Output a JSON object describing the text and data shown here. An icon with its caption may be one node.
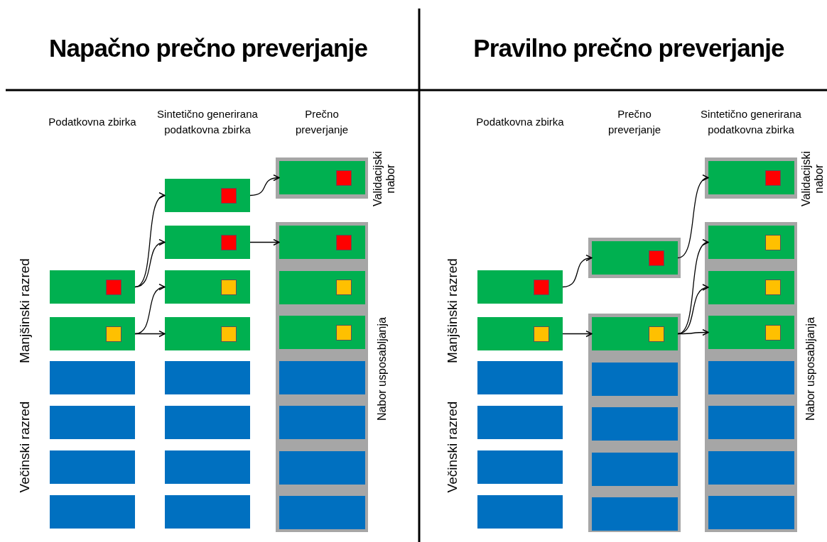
{
  "diagram": {
    "nodes": [
      {
        "text": [],
        "shape": "box"
      },
      {
        "text": [],
        "shape": "box"
      },
      {
        "text": [],
        "shape": "box"
      },
      {
        "text": [],
        "shape": "box"
      },
      {
        "text": [],
        "shape": "box"
      },
      {
        "text": [],
        "shape": "box"
      },
      {
        "text": [],
        "shape": "box"
      },
      {
        "text": [],
        "shape": "box"
      },
      {
        "text": [],
        "shape": "box"
      },
      {
        "text": [],
        "shape": "box"
      },
      {
        "text": [],
        "shape": "box"
      },
      {
        "text": [],
        "shape": "box"
      },
      {
        "text": [],
        "shape": "box"
      },
      {
        "text": [],
        "shape": "box"
      },
      {
        "text": [],
        "shape": "box",
        "beside": [
          "Validacijski nabor"
        ]
      },
      {
        "text": [],
        "shape": "box",
        "in": 14
      },
      {
        "text": [],
        "shape": "box",
        "beside": [
          "Nabor usposabljanja"
        ]
      },
      {
        "text": [],
        "shape": "box",
        "in": 16
      },
      {
        "text": [],
        "shape": "box",
        "in": 16
      },
      {
        "text": [],
        "shape": "box",
        "in": 16
      },
      {
        "text": [],
        "shape": "box",
        "in": 16
      },
      {
        "text": [],
        "shape": "box",
        "in": 16
      },
      {
        "text": [],
        "shape": "box",
        "in": 16
      },
      {
        "text": [],
        "shape": "box",
        "in": 16
      },
      {
        "text": [],
        "shape": "box"
      },
      {
        "text": [],
        "shape": "box"
      },
      {
        "text": [],
        "shape": "box"
      },
      {
        "text": [],
        "shape": "box"
      },
      {
        "text": [],
        "shape": "box"
      },
      {
        "text": [],
        "shape": "box"
      },
      {
        "text": [],
        "shape": "box"
      },
      {
        "text": [],
        "shape": "box",
        "in": 30
      },
      {
        "text": [],
        "shape": "box"
      },
      {
        "text": [],
        "shape": "box",
        "in": 32
      },
      {
        "text": [],
        "shape": "box",
        "in": 32
      },
      {
        "text": [],
        "shape": "box",
        "in": 32
      },
      {
        "text": [],
        "shape": "box",
        "in": 32
      },
      {
        "text": [],
        "shape": "box",
        "in": 32
      },
      {
        "text": [],
        "shape": "box",
        "beside": [
          "Validacijski nabor"
        ]
      },
      {
        "text": [],
        "shape": "box",
        "in": 38
      },
      {
        "text": [],
        "shape": "box",
        "beside": [
          "Nabor usposabljanja"
        ]
      },
      {
        "text": [],
        "shape": "box",
        "in": 40
      },
      {
        "text": [],
        "shape": "box",
        "in": 40
      },
      {
        "text": [],
        "shape": "box",
        "in": 40
      },
      {
        "text": [],
        "shape": "box",
        "in": 40
      },
      {
        "text": [],
        "shape": "box",
        "in": 40
      },
      {
        "text": [],
        "shape": "box",
        "in": 40
      },
      {
        "text": [],
        "shape": "box",
        "in": 40
      }
    ],
    "edges": [
      {
        "from": 0,
        "to": 6,
        "arrow": "to"
      },
      {
        "from": 0,
        "to": 7,
        "arrow": "to"
      },
      {
        "from": 1,
        "to": 8,
        "arrow": "to"
      },
      {
        "from": 1,
        "to": 9,
        "arrow": "to"
      },
      {
        "from": 6,
        "to": 15,
        "arrow": "to"
      },
      {
        "from": 7,
        "to": 17,
        "arrow": "to"
      },
      {
        "from": 24,
        "to": 31,
        "arrow": "to"
      },
      {
        "from": 25,
        "to": 33,
        "arrow": "to"
      },
      {
        "from": 31,
        "to": 39,
        "arrow": "to"
      },
      {
        "from": 33,
        "to": 41,
        "arrow": "to"
      },
      {
        "from": 33,
        "to": 42,
        "arrow": "to"
      },
      {
        "from": 33,
        "to": 43,
        "arrow": "to"
      }
    ],
    "labels": [
      "Napačno prečno preverjanje",
      "Pravilno prečno preverjanje",
      "Podatkovna zbirka",
      "Sintetično generirana podatkovna zbirka",
      "Prečno preverjanje",
      "Manjšinski razred",
      "Večinski razred",
      "Podatkovna zbirka",
      "Prečno preverjanje",
      "Sintetično generirana podatkovna zbirka",
      "Manjšinski razred",
      "Večinski razred"
    ]
  }
}
